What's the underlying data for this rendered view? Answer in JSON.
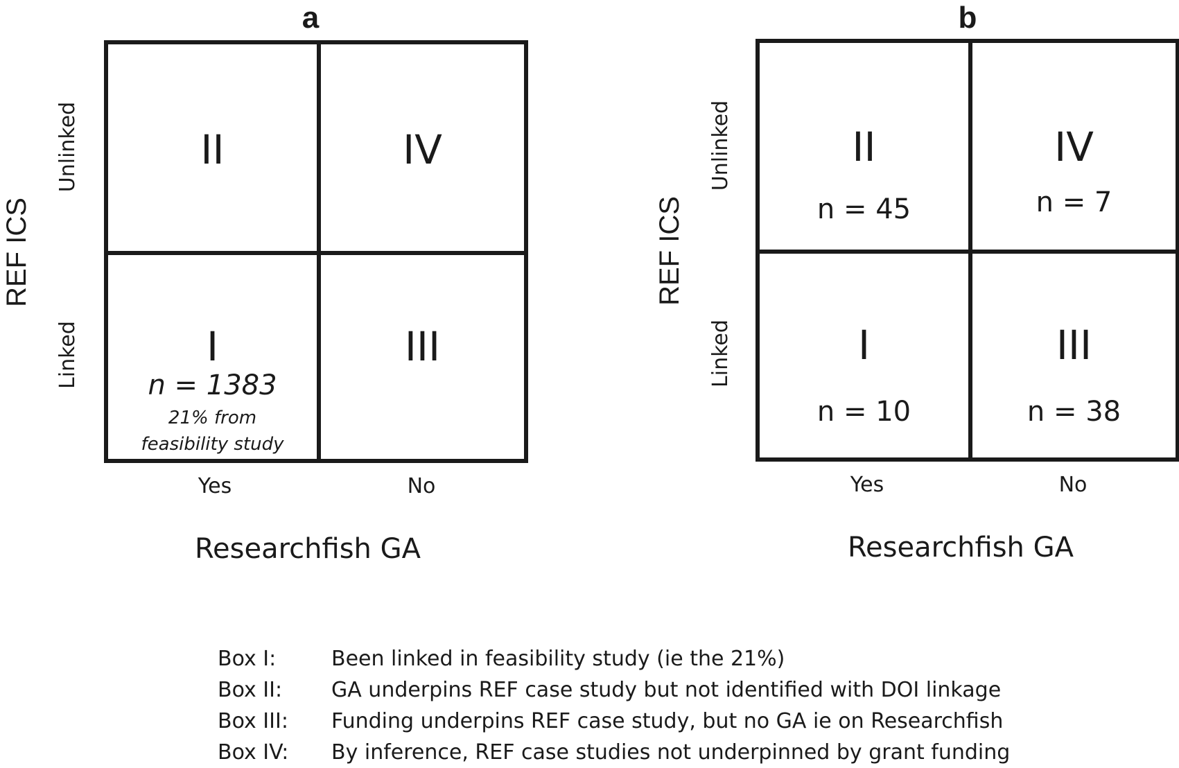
{
  "panels": [
    {
      "letter": "a",
      "y_title": "REF ICS",
      "y_ticks": {
        "top": "Unlinked",
        "bottom": "Linked"
      },
      "x_ticks": {
        "left": "Yes",
        "right": "No"
      },
      "x_title": "Researchfish GA",
      "cells": {
        "top_left": {
          "roman": "II"
        },
        "top_right": {
          "roman": "IV"
        },
        "bottom_left": {
          "roman": "I",
          "count": "n = 1383",
          "note_line1": "21% from",
          "note_line2": "feasibility study"
        },
        "bottom_right": {
          "roman": "III"
        }
      }
    },
    {
      "letter": "b",
      "y_title": "REF ICS",
      "y_ticks": {
        "top": "Unlinked",
        "bottom": "Linked"
      },
      "x_ticks": {
        "left": "Yes",
        "right": "No"
      },
      "x_title": "Researchfish GA",
      "cells": {
        "top_left": {
          "roman": "II",
          "count": "n = 45"
        },
        "top_right": {
          "roman": "IV",
          "count": "n = 7"
        },
        "bottom_left": {
          "roman": "I",
          "count": "n = 10"
        },
        "bottom_right": {
          "roman": "III",
          "count": "n = 38"
        }
      }
    }
  ],
  "legend": [
    {
      "key": "Box I:",
      "text": "Been linked in feasibility study (ie the 21%)"
    },
    {
      "key": "Box II:",
      "text": "GA underpins REF case study but not identified with DOI linkage"
    },
    {
      "key": "Box III:",
      "text": "Funding underpins REF case study, but no GA ie on Researchfish"
    },
    {
      "key": "Box IV:",
      "text": "By inference, REF case studies not underpinned by grant funding"
    }
  ]
}
